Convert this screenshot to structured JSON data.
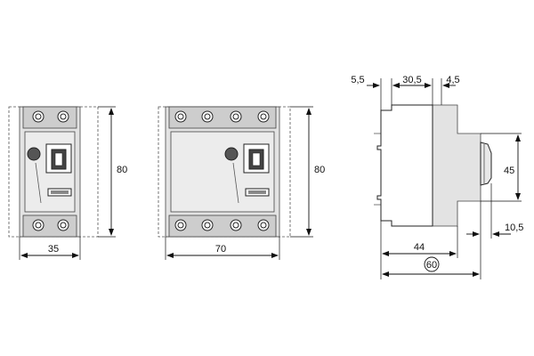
{
  "views": {
    "front_2pole": {
      "width_label": "35",
      "height_label": "80",
      "terminal_count_per_row": 2
    },
    "front_4pole": {
      "width_label": "70",
      "height_label": "80",
      "terminal_count_per_row": 4
    },
    "side": {
      "left_step_label": "5,5",
      "middle_label": "30,5",
      "right_step_label": "4,5",
      "height_label": "45",
      "depth_label": "44",
      "total_depth_label": "60",
      "protrusion_label": "10,5"
    }
  },
  "colors": {
    "panel": "#e3e3e3",
    "line": "#222222"
  }
}
